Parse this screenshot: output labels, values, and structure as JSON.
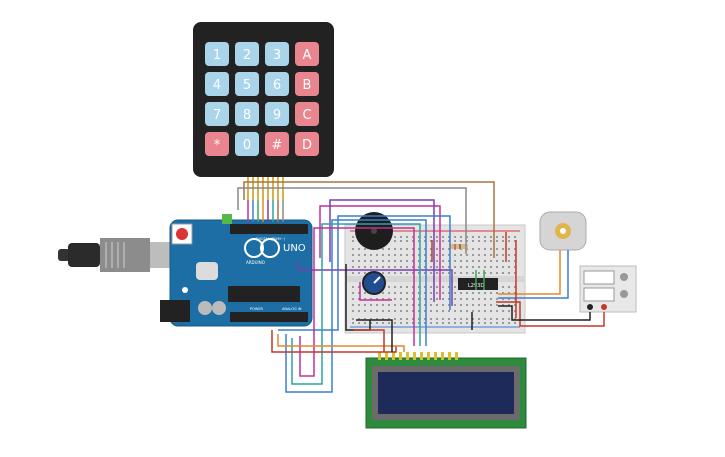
{
  "keypad": {
    "keys": [
      {
        "label": "1",
        "kind": "num"
      },
      {
        "label": "2",
        "kind": "num"
      },
      {
        "label": "3",
        "kind": "num"
      },
      {
        "label": "A",
        "kind": "letter"
      },
      {
        "label": "4",
        "kind": "num"
      },
      {
        "label": "5",
        "kind": "num"
      },
      {
        "label": "6",
        "kind": "num"
      },
      {
        "label": "B",
        "kind": "letter"
      },
      {
        "label": "7",
        "kind": "num"
      },
      {
        "label": "8",
        "kind": "num"
      },
      {
        "label": "9",
        "kind": "num"
      },
      {
        "label": "C",
        "kind": "letter"
      },
      {
        "label": "*",
        "kind": "letter"
      },
      {
        "label": "0",
        "kind": "num"
      },
      {
        "label": "#",
        "kind": "letter"
      },
      {
        "label": "D",
        "kind": "letter"
      }
    ]
  },
  "arduino": {
    "brand": "ARDUINO",
    "model": "UNO",
    "digital_label": "DIGITAL (PWM~)",
    "power_label": "POWER",
    "analog_label": "ANALOG IN"
  },
  "ic": {
    "label": "L293D"
  },
  "colors": {
    "board": "#1c6ea4",
    "key_num": "#a9d4ea",
    "key_letter": "#e8858e",
    "keypad_body": "#222222",
    "breadboard": "#e4e4e4",
    "lcd_pcb": "#2e8b3d",
    "lcd_screen": "#1d2a5a",
    "wire_red": "#c0392b",
    "wire_orange": "#e08a2c",
    "wire_blue": "#3b7fd0",
    "wire_green": "#3aa84f",
    "wire_magenta": "#c0309b",
    "wire_purple": "#7a3fb0",
    "wire_teal": "#2aa3a3",
    "wire_brown": "#a87440",
    "wire_black": "#222222",
    "wire_gray": "#888888",
    "wire_yellow": "#d8c22a"
  }
}
